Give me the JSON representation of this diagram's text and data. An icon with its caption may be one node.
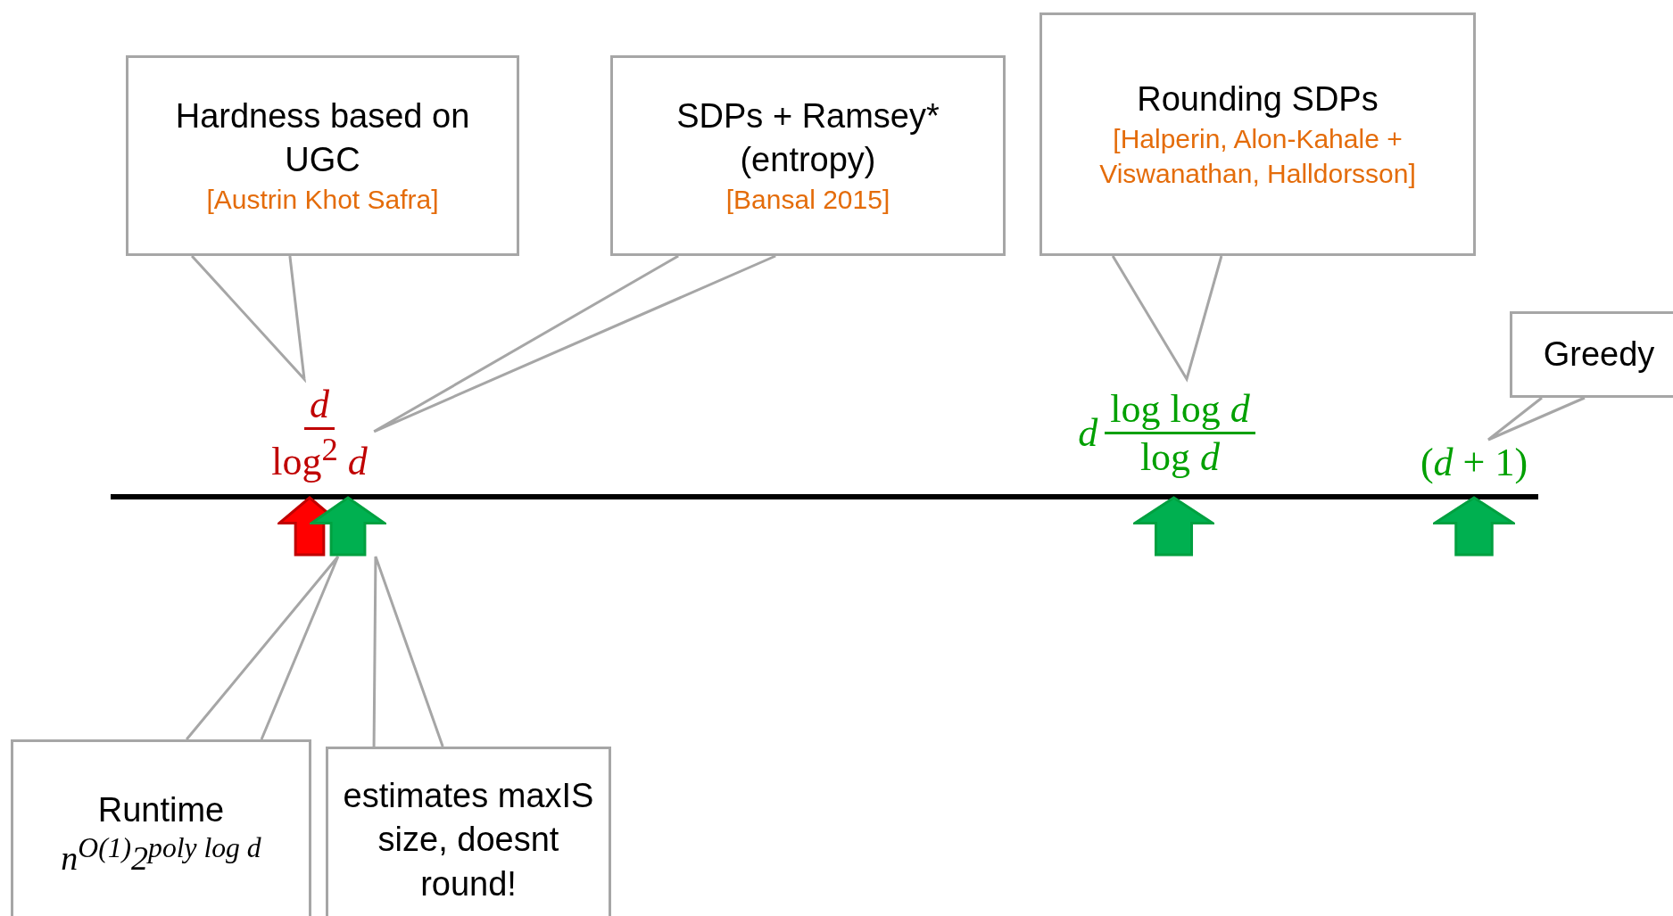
{
  "diagram": {
    "nodes": [
      {
        "text": [
          "Hardness based on UGC",
          "[Austrin Khot Safra]"
        ]
      },
      {
        "text": [
          "SDPs + Ramsey* (entropy)",
          "[Bansal 2015]"
        ]
      },
      {
        "text": [
          "Rounding SDPs",
          "[Halperin, Alon-Kahale + Viswanathan, Halldorsson]"
        ]
      },
      {
        "text": [
          "Greedy"
        ]
      },
      {
        "text": [
          "*d*",
          "log$^{2}$ *d*"
        ]
      },
      {
        "text": [
          "*d*",
          "log log *d*",
          "log *d*"
        ]
      },
      {
        "text": [
          "(*d* + 1)"
        ]
      },
      {
        "text": [],
        "shape": "arrow"
      },
      {
        "text": [],
        "shape": "arrow"
      },
      {
        "text": [],
        "shape": "arrow"
      },
      {
        "text": [],
        "shape": "arrow"
      },
      {
        "text": [
          "Runtime",
          "n$^{O(1)}$2$^{poly log d}$"
        ]
      },
      {
        "text": [
          "estimates maxIS size, doesnt round!"
        ]
      }
    ],
    "edges": [
      {
        "from": 0,
        "to": 4,
        "arrow": "none"
      },
      {
        "from": 1,
        "to": 4,
        "arrow": "none"
      },
      {
        "from": 2,
        "to": 5,
        "arrow": "none"
      },
      {
        "from": 3,
        "to": 6,
        "arrow": "none"
      },
      {
        "from": 11,
        "to": 8,
        "arrow": "none"
      },
      {
        "from": 12,
        "to": 8,
        "arrow": "none"
      }
    ]
  }
}
